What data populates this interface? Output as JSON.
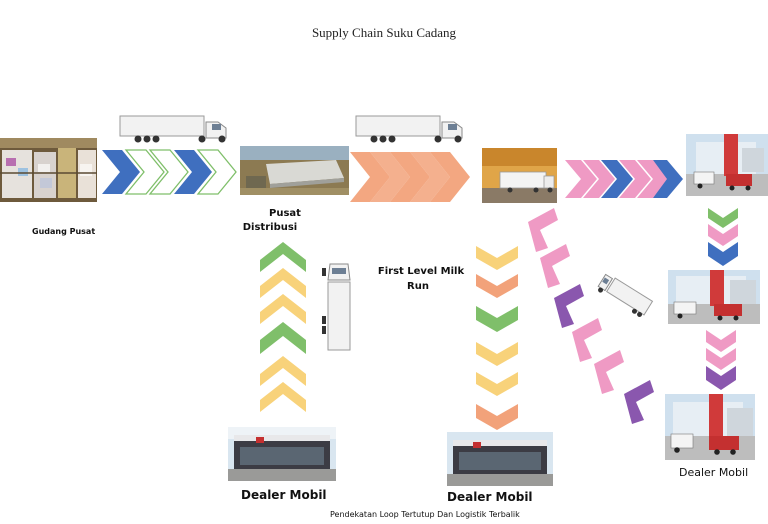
{
  "title": "Supply Chain Suku Cadang",
  "nodes": {
    "gudang_pusat": "Gudang Pusat",
    "pusat_distribusi_line1": "Pusat",
    "pusat_distribusi_line2": "Distribusi",
    "milk_run_line1": "First Level Milk",
    "milk_run_line2": "Run",
    "dealer_1": "Dealer Mobil",
    "dealer_2": "Dealer Mobil",
    "dealer_3": "Dealer Mobil"
  },
  "caption": "Pendekatan Loop Tertutup Dan Logistik Terbalik",
  "colors": {
    "blue": "#3f6fbf",
    "green": "#7fbf6a",
    "orange": "#f2a27a",
    "yellow": "#f8d27a",
    "pink": "#ef9ac4",
    "purple": "#8a57ae"
  }
}
